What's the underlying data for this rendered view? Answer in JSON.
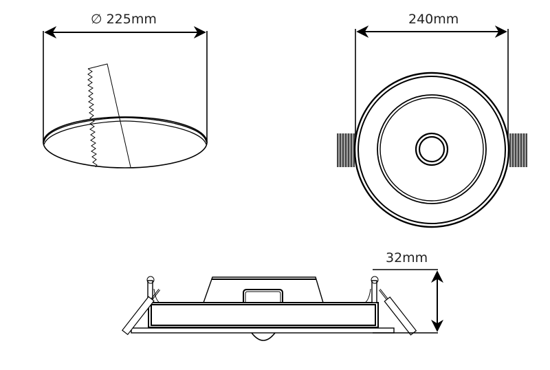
{
  "diagram": {
    "subject": "recessed downlight dimension drawing",
    "colors": {
      "line": "#000000",
      "spring": "#444444",
      "background": "#ffffff",
      "text": "#222222"
    },
    "views": {
      "cutout": {
        "label": "∅ 225mm",
        "diameter_symbol": "∅",
        "value": "225mm",
        "description": "ceiling cut-out hole with saw"
      },
      "front": {
        "label": "240mm",
        "value": "240mm",
        "description": "front view of fixture, outer diameter"
      },
      "side": {
        "label": "32mm",
        "value": "32mm",
        "description": "side profile with spring clips, height"
      }
    }
  }
}
